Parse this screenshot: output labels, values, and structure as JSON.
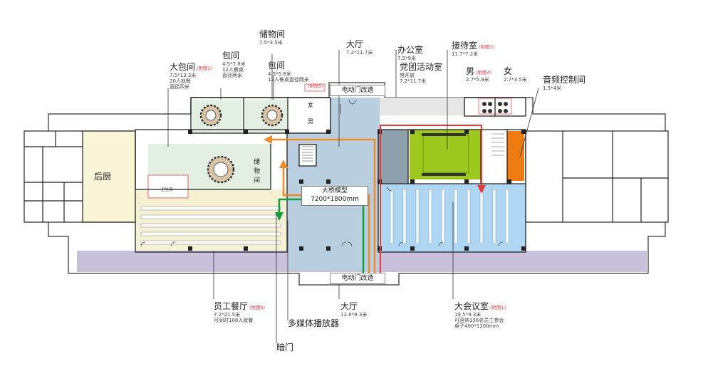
{
  "rooms": {
    "kitchen": {
      "name": "后厨"
    },
    "big_private_room": {
      "name": "大包间",
      "ref": "(附图2)",
      "size": "7.5*13.3米",
      "capacity": "20人就餐",
      "note": "直径四米"
    },
    "private_room_1": {
      "name": "包间",
      "size": "4.5*7.8米",
      "capacity": "12人餐桌",
      "note": "直径两米"
    },
    "storage": {
      "name": "储物间",
      "size": "7.5*3.5米"
    },
    "private_room_2": {
      "name": "包间",
      "size": "4.5*5.8米",
      "capacity": "12人餐桌直径两米"
    },
    "toilet_small_ref": {
      "ref": "(附图5)"
    },
    "hall_top": {
      "name": "大厅",
      "size": "7.2*11.7米"
    },
    "office": {
      "name": "办公室",
      "size": "7.5*9米"
    },
    "party_activity_room": {
      "name": "党团活动室",
      "detail": "带开放",
      "size": "7.2*11.7米"
    },
    "reception": {
      "name": "接待室",
      "ref": "(附图3)",
      "size": "11.7*7.2米"
    },
    "men": {
      "name": "男",
      "ref": "(附图4)",
      "size": "2.7*5.9米"
    },
    "women": {
      "name": "女",
      "size": "2.7*3.5米"
    },
    "audio_control": {
      "name": "音频控制间",
      "size": "1.5*4米"
    },
    "staff_canteen": {
      "name": "员工餐厅",
      "ref": "(附图6)",
      "size": "7.2*21.5米",
      "capacity": "可同时108人就餐"
    },
    "hall_bottom": {
      "name": "大厅",
      "size": "12.6*9.3米"
    },
    "conference": {
      "name": "大会议室",
      "ref": "(附图1)",
      "size": "19.5*9.3米",
      "capacity": "可容纳156名员工参会",
      "desk": "桌子400*1200mm"
    }
  },
  "labels": {
    "power_door_top": "电动门改造",
    "power_door_bottom": "电动门改造",
    "bridge_model_title": "大桥模型",
    "bridge_model_size": "7200*1800mm",
    "multimedia_player": "多媒体播放器",
    "secret_door": "暗门",
    "storage_vertical": "储物间",
    "toilet_nv": "女",
    "toilet_nan": "男",
    "restroom": "卫生间"
  },
  "colors": {
    "wall": "#222222",
    "corridor": "#c9c1dc",
    "hall": "#b9cfe0",
    "canteen": "#f6f1d3",
    "private_room": "#e3efe3",
    "conference": "#aed6f2",
    "party_room": "#9dc81e",
    "office": "#8fa0ad",
    "audio": "#ec7b12",
    "arrow_orange": "#ef8a2a",
    "arrow_green": "#169c3e",
    "arrow_red": "#e23b3b"
  }
}
